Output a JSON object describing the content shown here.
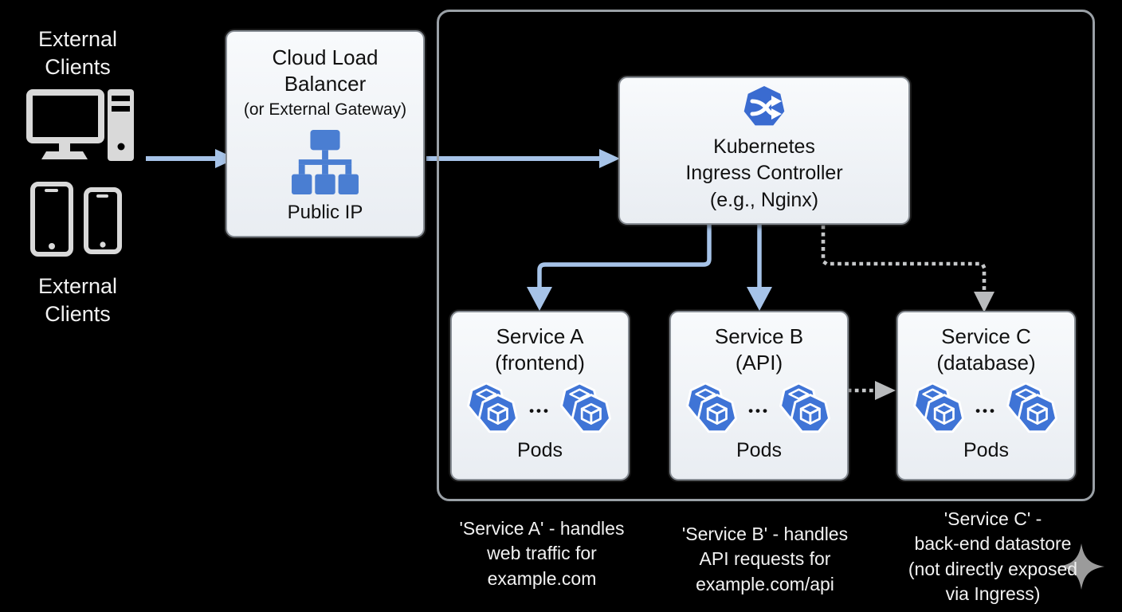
{
  "colors": {
    "bg": "#000000",
    "box-bg-top": "#f8fafc",
    "box-bg-bottom": "#e9edf2",
    "box-border": "#878d94",
    "cluster-border": "#9aa0a6",
    "arrow-blue": "#a6c3e8",
    "icon-blue": "#4a7ed2",
    "k8s-blue": "#3a6bd0",
    "pod-blue": "#3f74d6",
    "dotted-gray": "#c6c8ca",
    "arrowhead-gray": "#b9bbbd",
    "client-icon-gray": "#d9d9d9",
    "sparkle-gray": "#9b9b9b",
    "text-dark": "#111111",
    "text-light": "#f2f2f2"
  },
  "clients": {
    "top_label": "External Clients",
    "bottom_label": "External Clients"
  },
  "load_balancer": {
    "title": "Cloud Load Balancer",
    "subtitle": "(or External Gateway)",
    "footer": "Public IP"
  },
  "ingress": {
    "title": "Kubernetes\nIngress Controller\n(e.g., Nginx)"
  },
  "services": [
    {
      "name": "Service A",
      "subtitle": "(frontend)",
      "ellipsis": "•••",
      "pods_label": "Pods",
      "caption": "'Service A' - handles\nweb traffic for\nexample.com"
    },
    {
      "name": "Service B",
      "subtitle": "(API)",
      "ellipsis": "•••",
      "pods_label": "Pods",
      "caption": "'Service B' - handles\nAPI requests for\nexample.com/api"
    },
    {
      "name": "Service C",
      "subtitle": "(database)",
      "ellipsis": "•••",
      "pods_label": "Pods",
      "caption": "'Service C' -\nback-end datastore\n(not directly exposed\nvia Ingress)"
    }
  ]
}
